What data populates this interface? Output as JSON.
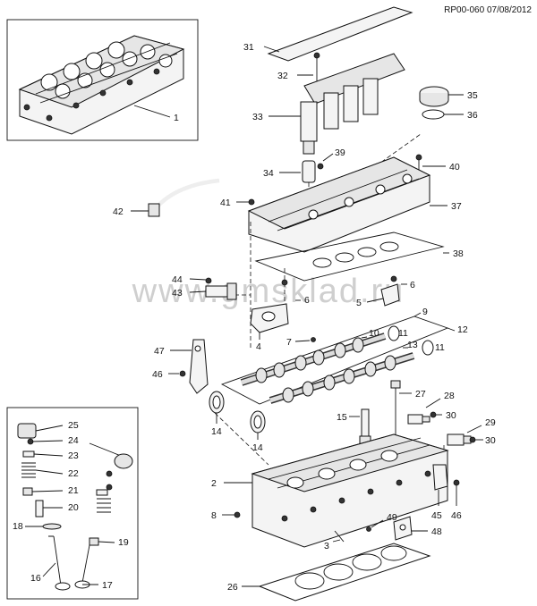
{
  "header": {
    "ref": "RP00-060 07/08/2012"
  },
  "watermark": "www.gmsklad.ru",
  "callouts": {
    "c1": "1",
    "c2": "2",
    "c3": "3",
    "c4": "4",
    "c5": "5",
    "c6a": "6",
    "c6b": "6",
    "c7": "7",
    "c8": "8",
    "c9": "9",
    "c10": "10",
    "c11a": "11",
    "c11b": "11",
    "c12": "12",
    "c13": "13",
    "c14a": "14",
    "c14b": "14",
    "c15": "15",
    "c16": "16",
    "c17": "17",
    "c18": "18",
    "c19": "19",
    "c20": "20",
    "c21": "21",
    "c22": "22",
    "c23": "23",
    "c24": "24",
    "c25": "25",
    "c26": "26",
    "c27": "27",
    "c28": "28",
    "c29": "29",
    "c30a": "30",
    "c30b": "30",
    "c31": "31",
    "c32": "32",
    "c33": "33",
    "c34": "34",
    "c35": "35",
    "c36": "36",
    "c37": "37",
    "c38": "38",
    "c39": "39",
    "c40": "40",
    "c41": "41",
    "c42": "42",
    "c43": "43",
    "c44": "44",
    "c45": "45",
    "c46a": "46",
    "c46b": "46",
    "c47": "47",
    "c48": "48",
    "c49": "49"
  }
}
